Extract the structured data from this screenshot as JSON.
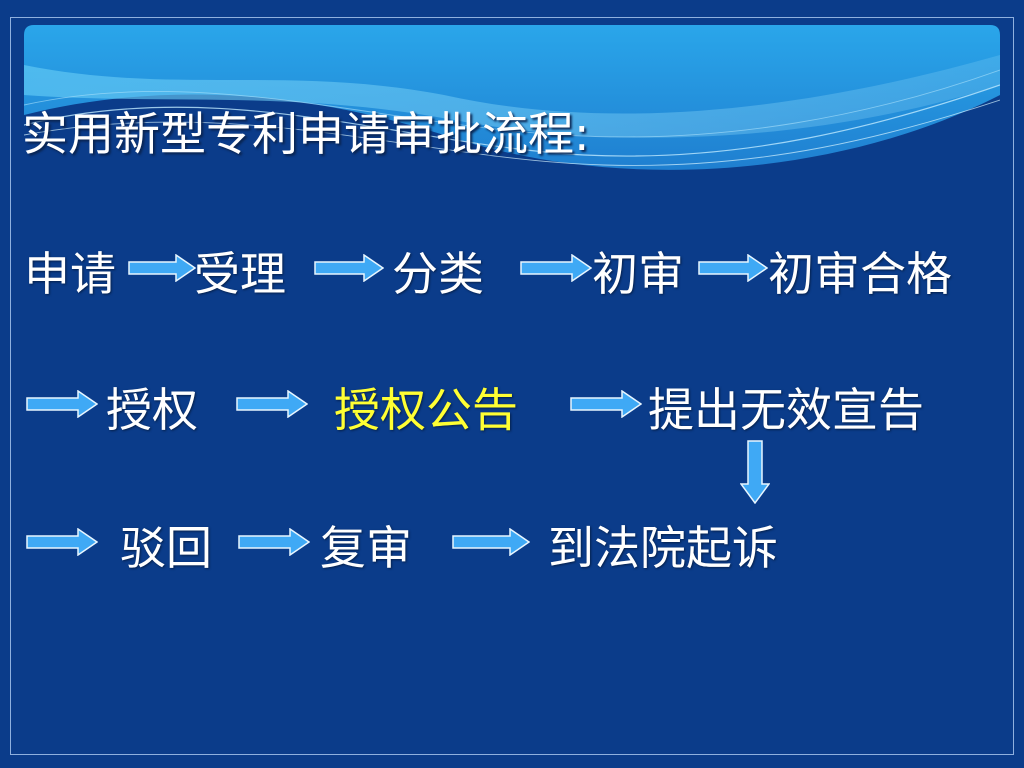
{
  "title": "实用新型专利申请审批流程:",
  "steps": {
    "apply": "申请",
    "accept": "受理",
    "classify": "分类",
    "prelim": "初审",
    "prelim_pass": "初审合格",
    "grant": "授权",
    "grant_notice": "授权公告",
    "invalid_request": "提出无效宣告",
    "reject": "驳回",
    "reexam": "复审",
    "court": "到法院起诉"
  },
  "colors": {
    "background": "#0b3c8a",
    "text": "#ffffff",
    "highlight": "#ffff33",
    "arrow": "#3fa9f5"
  }
}
